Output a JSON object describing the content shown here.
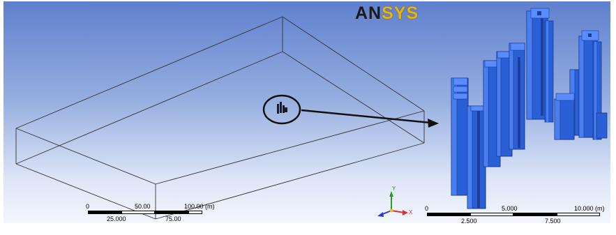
{
  "logo": {
    "part1": "AN",
    "part2": "SYS"
  },
  "triad": {
    "x": "X",
    "y": "Y"
  },
  "scale_left": {
    "top_ticks": [
      "0",
      "50.00",
      "100.00 (m)"
    ],
    "bottom_ticks": [
      "25.000",
      "75.00"
    ]
  },
  "scale_right": {
    "top_ticks": [
      "0",
      "5.000",
      "10.000 (m)"
    ],
    "bottom_ticks": [
      "2.500",
      "7.500"
    ]
  },
  "colors": {
    "building": "#2a5fd6",
    "building_dark": "#1c3f97",
    "building_light": "#4a7ef0",
    "axis_x": "#e03030",
    "axis_y": "#22a022",
    "axis_z": "#2a3ad0"
  },
  "icons": [
    "ansys-logo",
    "coordinate-triad-icon",
    "callout-circle",
    "callout-arrow"
  ]
}
